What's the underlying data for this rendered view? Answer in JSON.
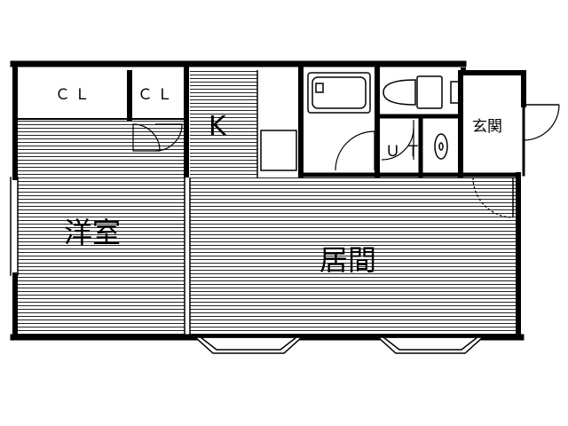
{
  "plan": {
    "rooms": {
      "closet_left": "ＣＬ",
      "closet_right": "ＣＬ",
      "kitchen": "K",
      "western_room": "洋室",
      "living_room": "居間",
      "utility": "ＵＴ",
      "entrance": "玄関"
    }
  }
}
